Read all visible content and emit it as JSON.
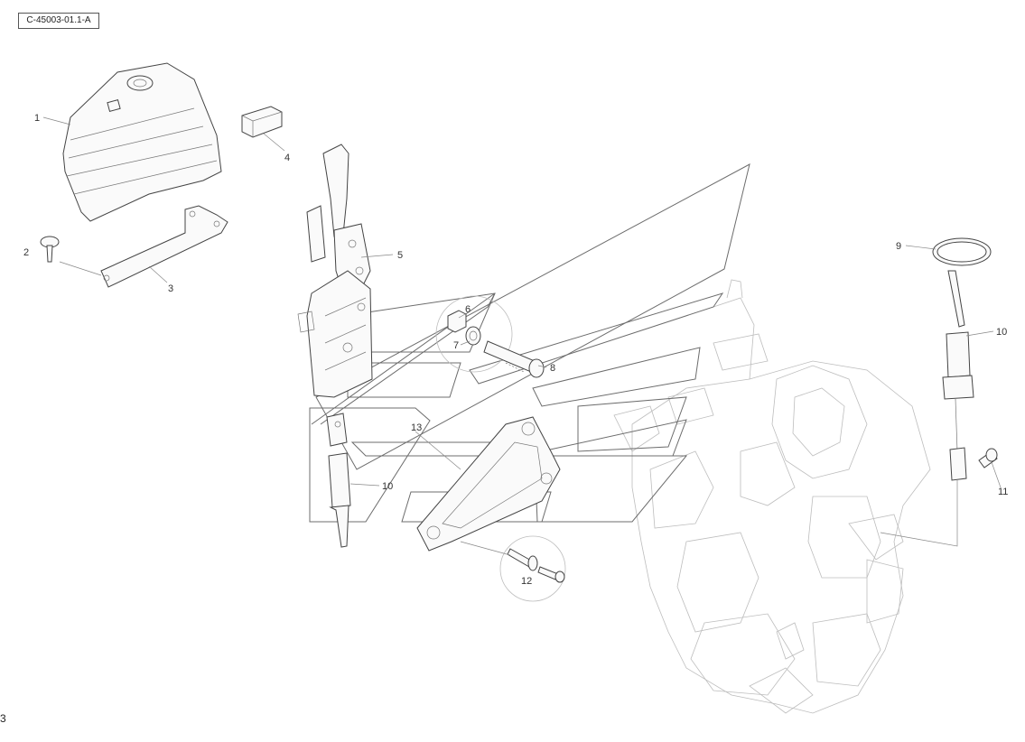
{
  "reference_code": "C-45003-01.1-A",
  "page_number": "3",
  "callouts": [
    {
      "id": "c1",
      "label": "1"
    },
    {
      "id": "c2",
      "label": "2"
    },
    {
      "id": "c3",
      "label": "3"
    },
    {
      "id": "c4",
      "label": "4"
    },
    {
      "id": "c5",
      "label": "5"
    },
    {
      "id": "c6",
      "label": "6"
    },
    {
      "id": "c7",
      "label": "7"
    },
    {
      "id": "c8",
      "label": "8"
    },
    {
      "id": "c9",
      "label": "9"
    },
    {
      "id": "c10a",
      "label": "10"
    },
    {
      "id": "c10b",
      "label": "10"
    },
    {
      "id": "c11",
      "label": "11"
    },
    {
      "id": "c12",
      "label": "12"
    },
    {
      "id": "c13",
      "label": "13"
    }
  ]
}
